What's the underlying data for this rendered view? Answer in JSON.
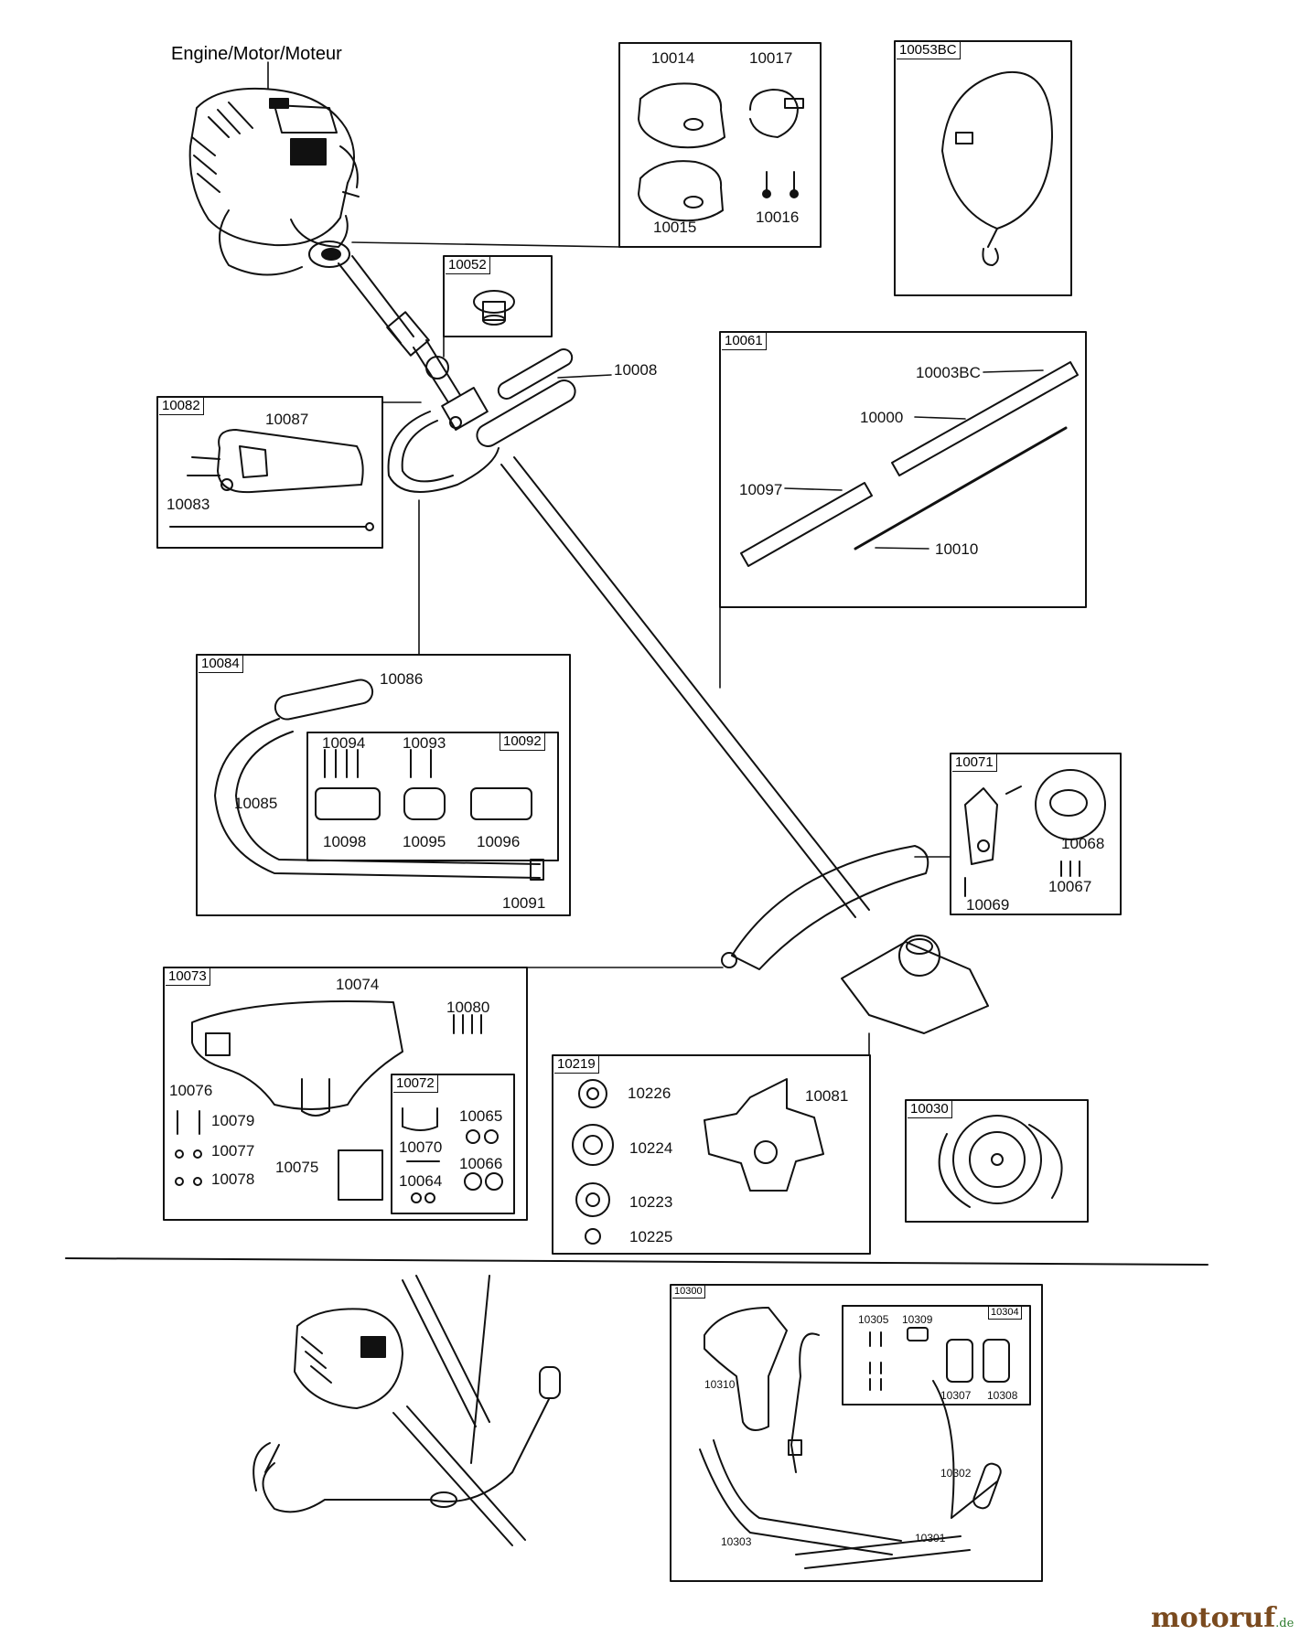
{
  "diagram": {
    "title": "Engine/Motor/Moteur",
    "brand": {
      "name": "motoruf",
      "suffix": ".de",
      "color_brown": "#7a4a1e",
      "color_green": "#2e7d2e"
    },
    "box_tags": {
      "b10052": "10052",
      "b10053bc": "10053BC",
      "b10082": "10082",
      "b10061": "10061",
      "b10084": "10084",
      "b10092": "10092",
      "b10071": "10071",
      "b10073": "10073",
      "b10072": "10072",
      "b10219": "10219",
      "b10030": "10030",
      "b10300": "10300",
      "b10304": "10304"
    },
    "labels": {
      "p10014": "10014",
      "p10017": "10017",
      "p10015": "10015",
      "p10016": "10016",
      "p10008": "10008",
      "p10087": "10087",
      "p10083": "10083",
      "p10003bc": "10003BC",
      "p10000": "10000",
      "p10097": "10097",
      "p10010": "10010",
      "p10086": "10086",
      "p10094": "10094",
      "p10093": "10093",
      "p10085": "10085",
      "p10098": "10098",
      "p10095": "10095",
      "p10096": "10096",
      "p10091": "10091",
      "p10068": "10068",
      "p10067": "10067",
      "p10069": "10069",
      "p10074": "10074",
      "p10080": "10080",
      "p10076": "10076",
      "p10079": "10079",
      "p10077": "10077",
      "p10078": "10078",
      "p10075": "10075",
      "p10065": "10065",
      "p10070": "10070",
      "p10066": "10066",
      "p10064": "10064",
      "p10226": "10226",
      "p10081": "10081",
      "p10224": "10224",
      "p10223": "10223",
      "p10225": "10225",
      "p10305": "10305",
      "p10309": "10309",
      "p10310": "10310",
      "p10307": "10307",
      "p10308": "10308",
      "p10302": "10302",
      "p10303": "10303",
      "p10301": "10301"
    }
  }
}
